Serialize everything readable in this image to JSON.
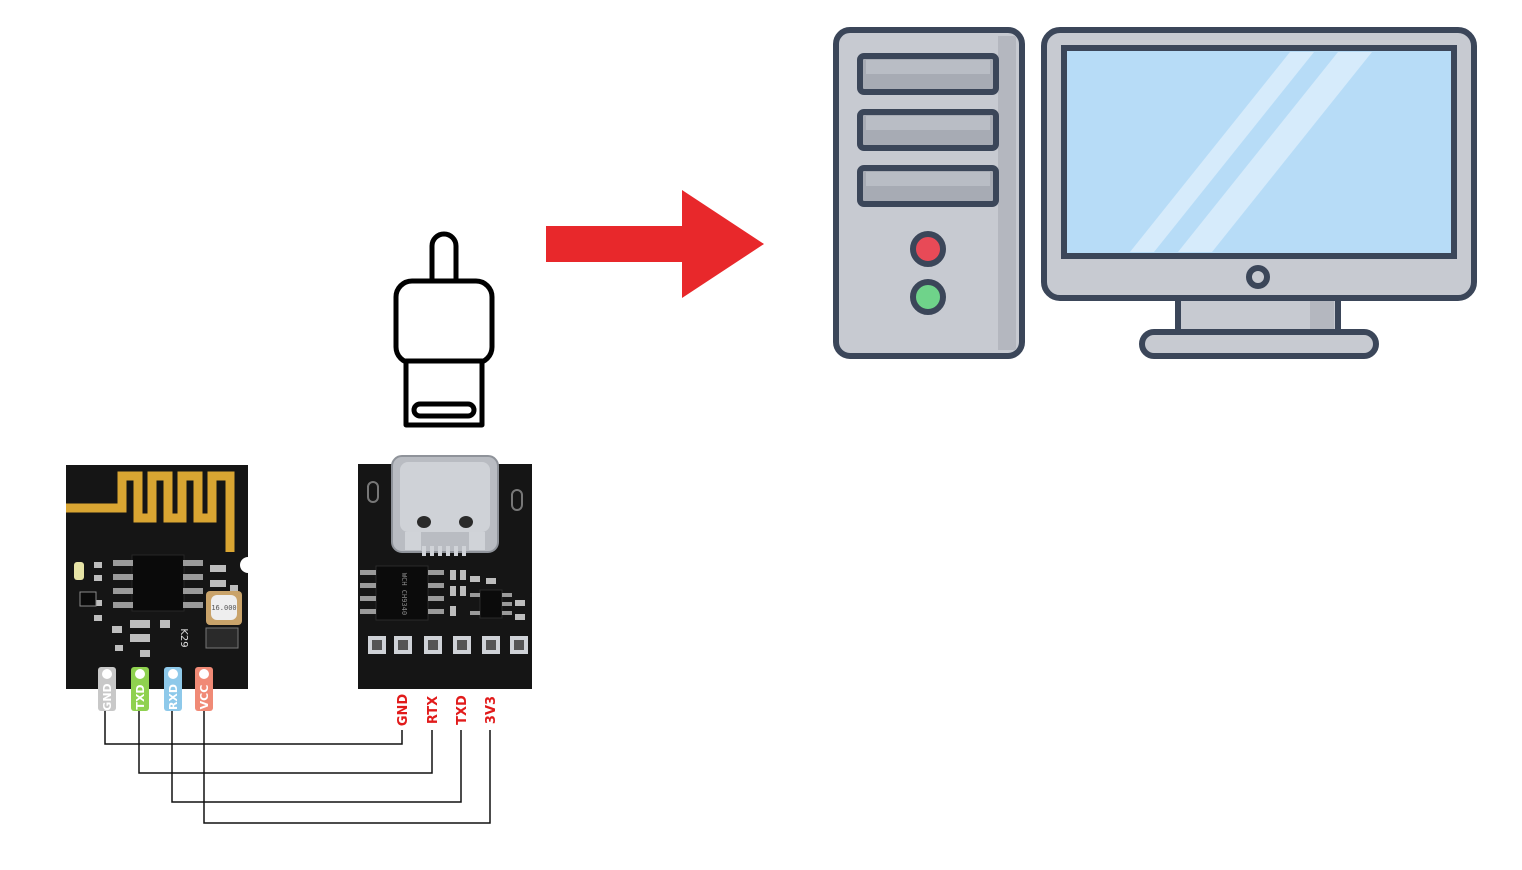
{
  "module": {
    "pins": [
      {
        "label": "GND",
        "color": "#c8c8c8"
      },
      {
        "label": "TXD",
        "color": "#8fd14f"
      },
      {
        "label": "RXD",
        "color": "#8ec9ea"
      },
      {
        "label": "VCC",
        "color": "#f08a76"
      }
    ],
    "marking": "K29",
    "crystal_text": "16.000"
  },
  "usb_adapter": {
    "pins": [
      {
        "label": "GND"
      },
      {
        "label": "RTX"
      },
      {
        "label": "TXD"
      },
      {
        "label": "3V3"
      }
    ],
    "chip_text": "WCH CH9340"
  },
  "connections": [
    {
      "from": "GND",
      "to": "GND"
    },
    {
      "from": "TXD",
      "to": "RTX"
    },
    {
      "from": "RXD",
      "to": "TXD"
    },
    {
      "from": "VCC",
      "to": "3V3"
    }
  ],
  "colors": {
    "arrow": "#e8282b",
    "pin_text_red": "#e11b1b",
    "pcb": "#151515",
    "antenna_gold": "#d9a532",
    "screen": "#b7dcf7",
    "case": "#c7cad1",
    "outline": "#3b4659",
    "led_red": "#e84a57",
    "led_green": "#6fd38a"
  },
  "icons": [
    "usb-c-plug-icon",
    "arrow-right-icon",
    "desktop-computer-icon"
  ]
}
